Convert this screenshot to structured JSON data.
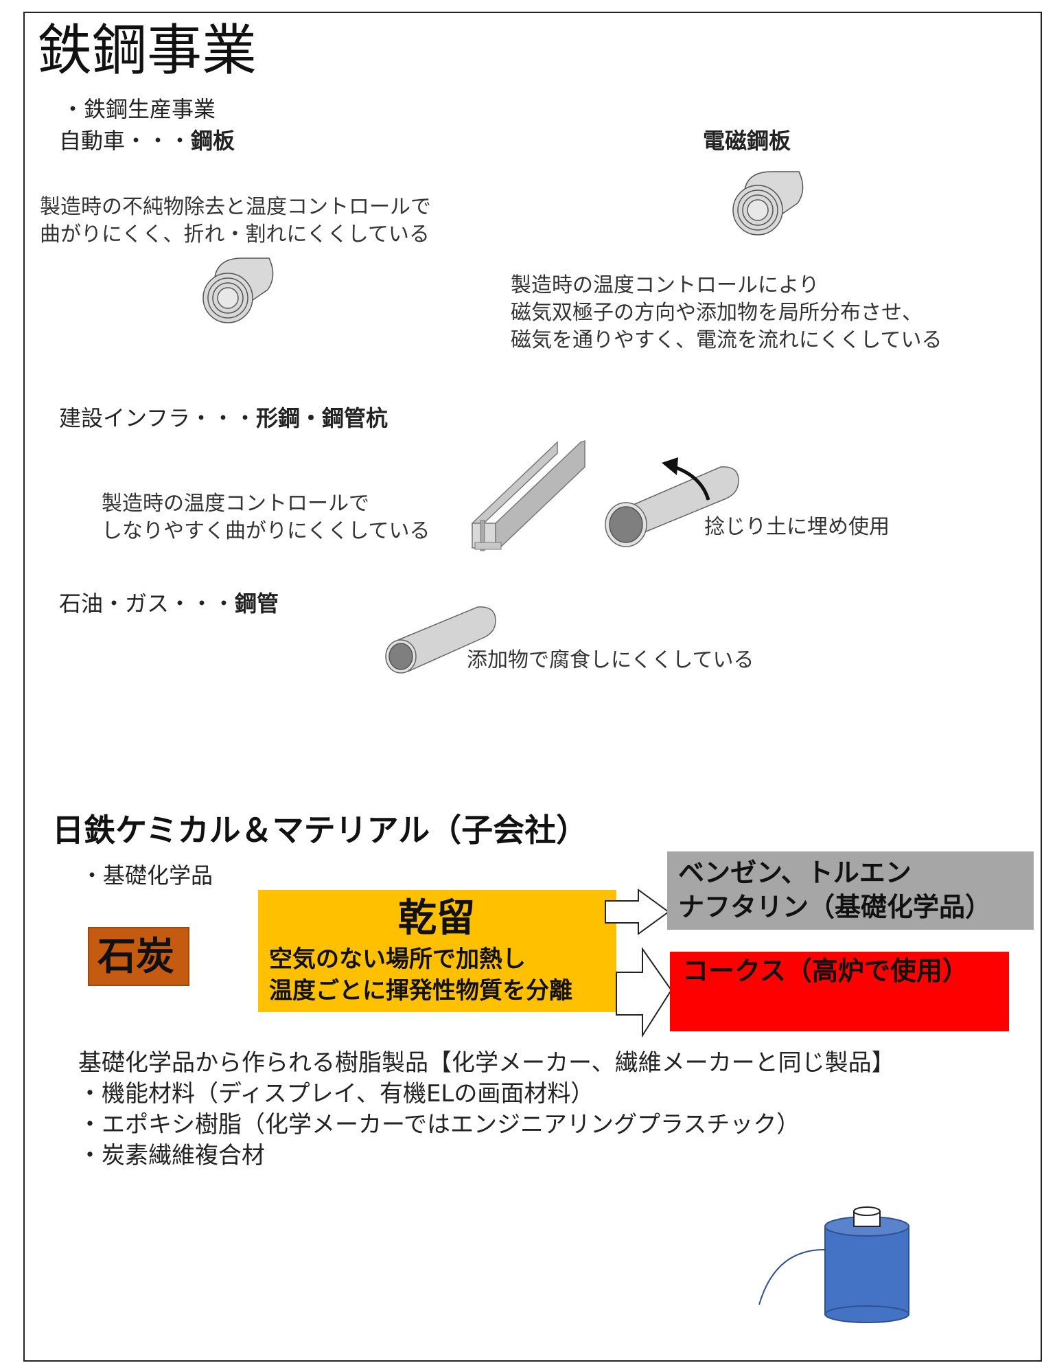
{
  "title": "鉄鋼事業",
  "steel_section": {
    "heading": "・鉄鋼生産事業",
    "auto": {
      "label": "自動車・・・",
      "product": "鋼板",
      "desc": [
        "製造時の不純物除去と温度コントロールで",
        "曲がりにくく、折れ・割れにくくしている"
      ]
    },
    "electrical": {
      "product": "電磁鋼板",
      "desc": [
        "製造時の温度コントロールにより",
        "磁気双極子の方向や添加物を局所分布させ、",
        "磁気を通りやすく、電流を流れにくくしている"
      ]
    },
    "construction": {
      "label": "建設インフラ・・・",
      "product": "形鋼・鋼管杭",
      "desc": [
        "製造時の温度コントロールで",
        "しなりやすく曲がりにくくしている"
      ],
      "pile_note": "捻じり土に埋め使用"
    },
    "oil_gas": {
      "label": "石油・ガス・・・",
      "product": "鋼管",
      "desc": "添加物で腐食しにくくしている"
    }
  },
  "chemical_section": {
    "heading": "日鉄ケミカル＆マテリアル（子会社）",
    "sub_heading": "・基礎化学品",
    "coal": "石炭",
    "process": {
      "title": "乾留",
      "desc": [
        "空気のない場所で加熱し",
        "温度ごとに揮発性物質を分離"
      ]
    },
    "output_chemicals": [
      "ベンゼン、トルエン",
      "ナフタリン（基礎化学品）"
    ],
    "output_coke": "コークス（高炉で使用）",
    "resin_lines": [
      "基礎化学品から作られる樹脂製品【化学メーカー、繊維メーカーと同じ製品】",
      "・機能材料（ディスプレイ、有機ELの画面材料）",
      "・エポキシ樹脂（化学メーカーではエンジニアリングプラスチック）",
      "・炭素繊維複合材"
    ]
  },
  "colors": {
    "coal_fill": "#c55a11",
    "process_fill": "#ffc000",
    "chemicals_fill": "#a6a6a6",
    "coke_fill": "#ff0000",
    "drum_fill": "#4472c4"
  }
}
